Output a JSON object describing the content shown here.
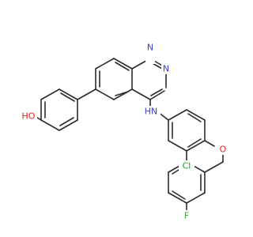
{
  "molecule": {
    "colors": {
      "bond": "#2b2b2b",
      "carbon": "#2b2b2b",
      "nitrogen": "#3b3bd6",
      "oxygen": "#e0201b",
      "chlorine": "#17a41a",
      "fluorine": "#3aa838"
    },
    "atom_labels": {
      "hydroxyl": "HO",
      "nitrogen_1": "N",
      "nitrogen_3": "N",
      "amine": "HN",
      "chlorine": "Cl",
      "ether_oxygen": "O",
      "fluorine": "F"
    }
  }
}
